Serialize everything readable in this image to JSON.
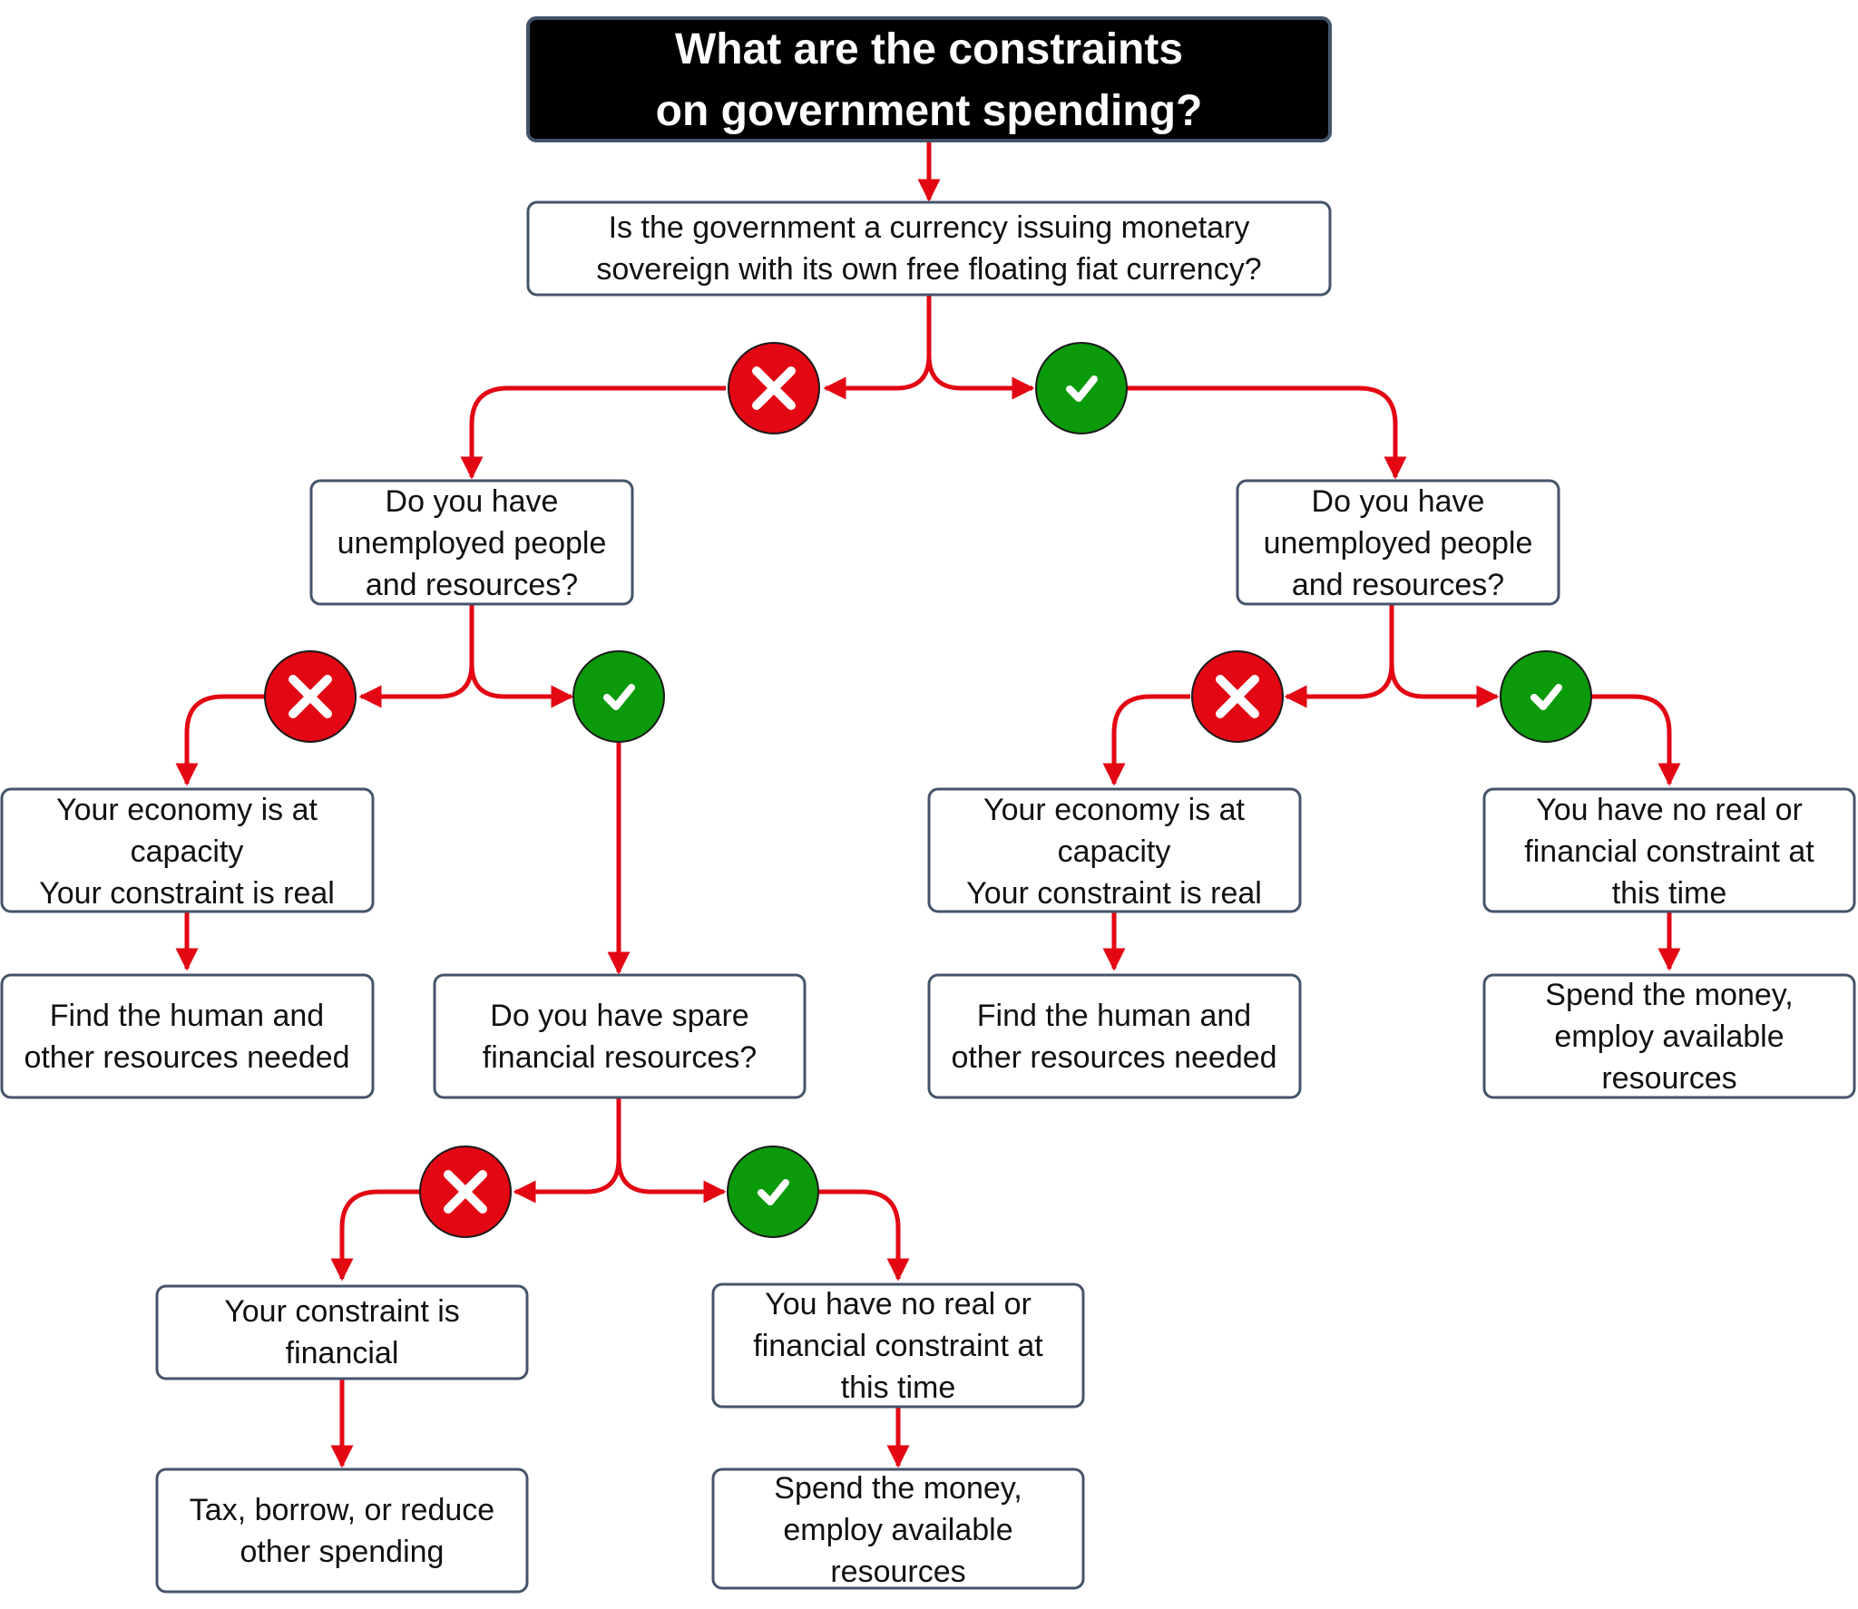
{
  "title": {
    "line1": "What are the constraints",
    "line2": "on government spending?"
  },
  "nodes": {
    "q_sovereign": {
      "line1": "Is the government a currency issuing monetary",
      "line2": "sovereign with its own free floating fiat currency?"
    },
    "q_unemployed_left": {
      "line1": "Do you have",
      "line2": "unemployed people",
      "line3": "and resources?"
    },
    "q_unemployed_right": {
      "line1": "Do you have",
      "line2": "unemployed people",
      "line3": "and resources?"
    },
    "capacity_left": {
      "line1": "Your economy is at",
      "line2": "capacity",
      "line3": "Your constraint is real"
    },
    "capacity_right": {
      "line1": "Your economy is at",
      "line2": "capacity",
      "line3": "Your constraint is real"
    },
    "find_left": {
      "line1": "Find the human and",
      "line2": "other resources needed"
    },
    "find_right": {
      "line1": "Find the human and",
      "line2": "other resources needed"
    },
    "q_spare": {
      "line1": "Do you have spare",
      "line2": "financial resources?"
    },
    "no_constraint_right": {
      "line1": "You have no real or",
      "line2": "financial constraint at",
      "line3": "this time"
    },
    "spend_right": {
      "line1": "Spend the money,",
      "line2": "employ available",
      "line3": "resources"
    },
    "financial": {
      "line1": "Your constraint is",
      "line2": "financial"
    },
    "no_constraint_bottom": {
      "line1": "You have no real or",
      "line2": "financial constraint at",
      "line3": "this time"
    },
    "tax": {
      "line1": "Tax, borrow, or reduce",
      "line2": "other spending"
    },
    "spend_bottom": {
      "line1": "Spend the money,",
      "line2": "employ available",
      "line3": "resources"
    }
  },
  "icons": {
    "no": "x-mark-icon",
    "yes": "check-mark-icon"
  },
  "colors": {
    "arrow": "#e30613",
    "no_badge": "#e30613",
    "yes_badge": "#0a9a0a",
    "box_border": "#44546a",
    "title_background": "#000000"
  }
}
